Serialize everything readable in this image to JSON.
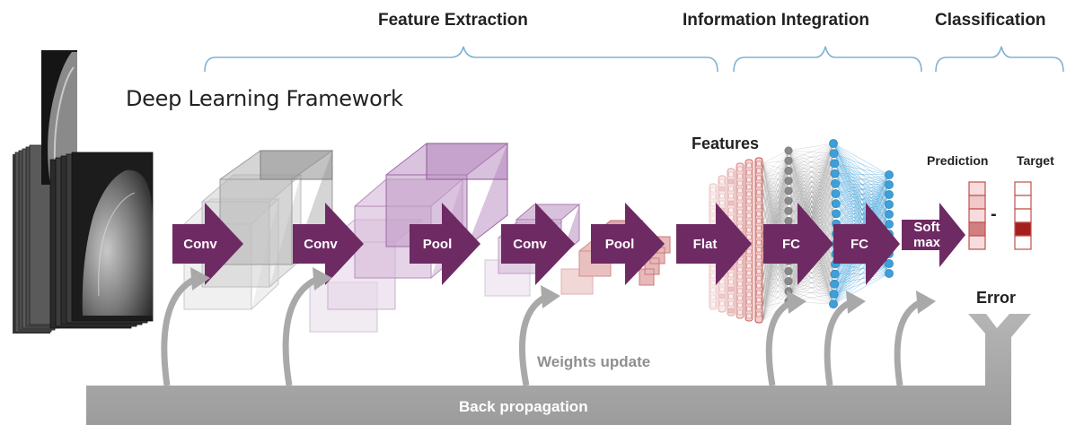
{
  "sections": {
    "feature_extraction": "Feature Extraction",
    "information_integration": "Information Integration",
    "classification": "Classification"
  },
  "framework_title": "Deep Learning Framework",
  "features_label": "Features",
  "prediction_label": "Prediction",
  "target_label": "Target",
  "minus_sign": "-",
  "error_label": "Error",
  "weights_update_label": "Weights update",
  "back_propagation_label": "Back propagation",
  "operations": {
    "conv1": "Conv",
    "conv2": "Conv",
    "pool1": "Pool",
    "conv3": "Conv",
    "pool2": "Pool",
    "flat": "Flat",
    "fc1": "FC",
    "fc2": "FC",
    "softmax_line1": "Soft",
    "softmax_line2": "max"
  },
  "colors": {
    "operation_arrow": "#6e2a63",
    "fc_nodes": "#3f9fd8",
    "feature_cells": "#c0504d",
    "back_propagation": "#a9a9a9",
    "section_brace": "#7fb3d5"
  },
  "icons": {
    "input": "mammogram-slice-stack",
    "fully_connected": "neural-network-nodes"
  }
}
